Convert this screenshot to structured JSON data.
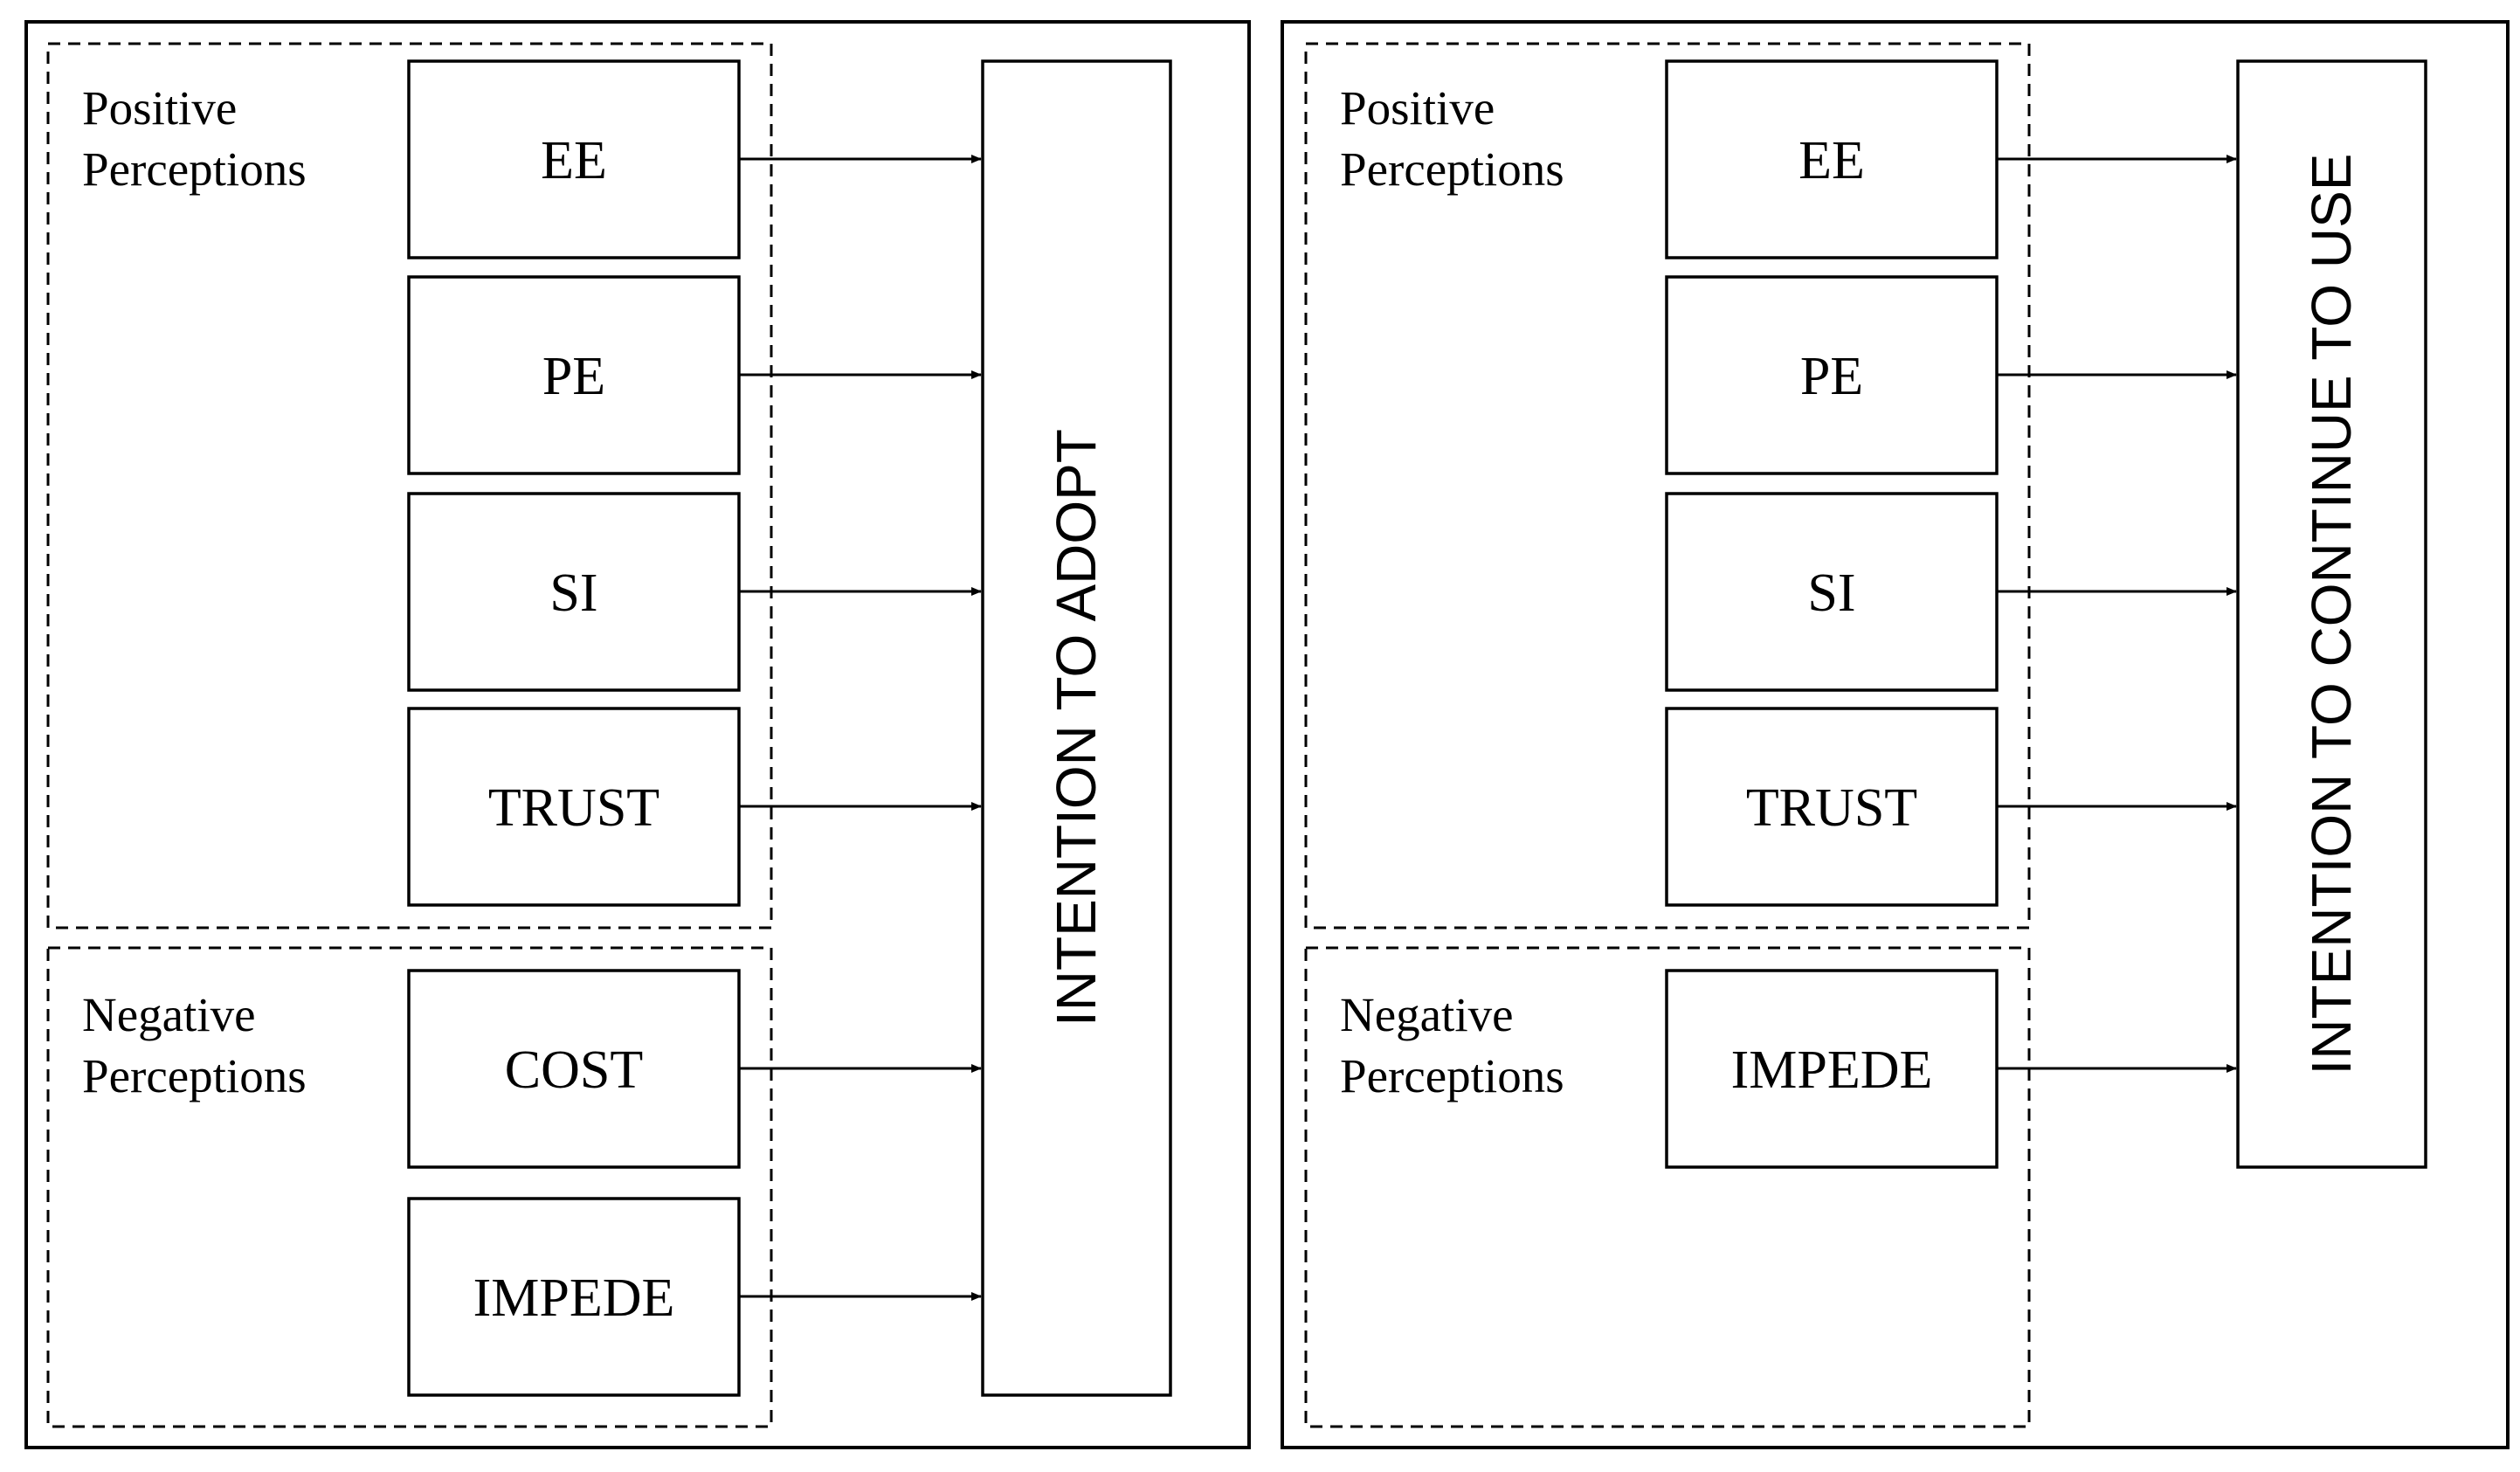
{
  "panels": [
    {
      "positive_group_label": [
        "Positive",
        "Perceptions"
      ],
      "negative_group_label": [
        "Negative",
        "Perceptions"
      ],
      "positive_constructs": [
        "EE",
        "PE",
        "SI",
        "TRUST"
      ],
      "negative_constructs": [
        "COST",
        "IMPEDE"
      ],
      "outcome": "INTENTION TO ADOPT"
    },
    {
      "positive_group_label": [
        "Positive",
        "Perceptions"
      ],
      "negative_group_label": [
        "Negative",
        "Perceptions"
      ],
      "positive_constructs": [
        "EE",
        "PE",
        "SI",
        "TRUST"
      ],
      "negative_constructs": [
        "IMPEDE"
      ],
      "outcome": "INTENTION TO CONTINUE TO USE"
    }
  ]
}
